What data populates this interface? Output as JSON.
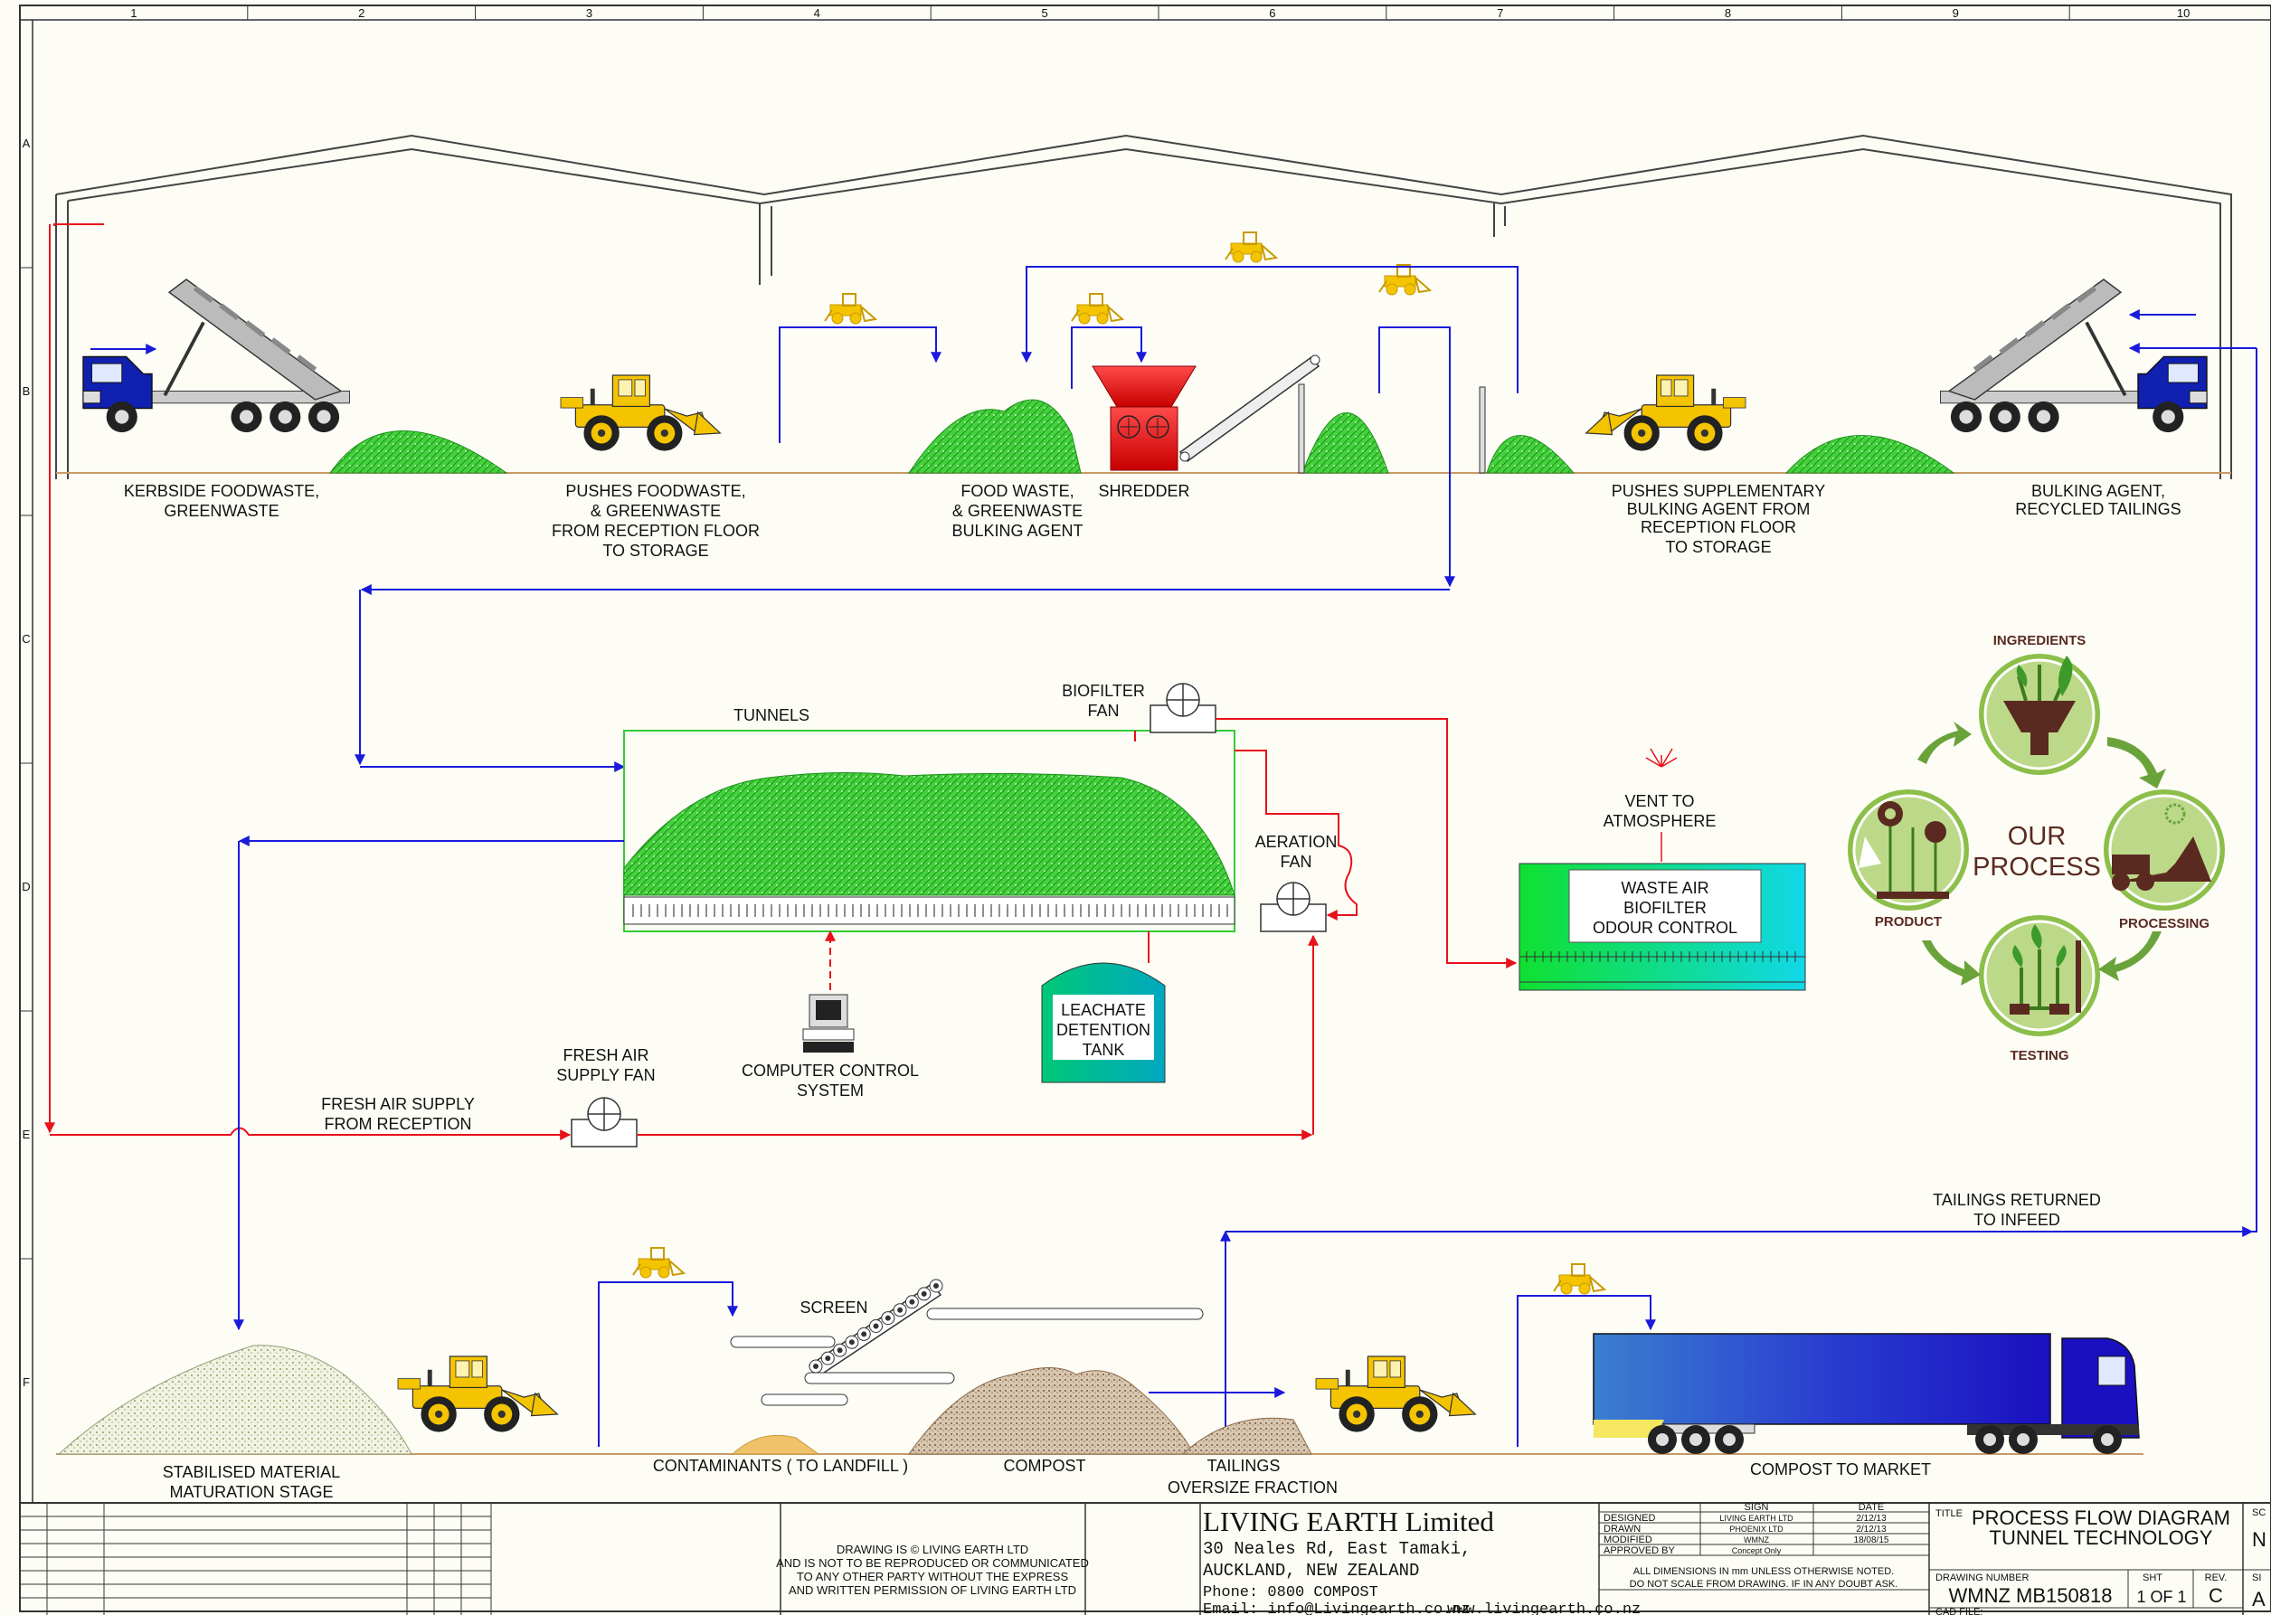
{
  "grid": {
    "columns": [
      "1",
      "2",
      "3",
      "4",
      "5",
      "6",
      "7",
      "8",
      "9",
      "10"
    ],
    "rows": [
      "A",
      "B",
      "C",
      "D",
      "E",
      "F"
    ]
  },
  "labels": {
    "kerbside": [
      "KERBSIDE FOODWASTE,",
      "GREENWASTE"
    ],
    "pushes_foodwaste": [
      "PUSHES FOODWASTE,",
      "& GREENWASTE",
      "FROM RECEPTION FLOOR",
      "TO STORAGE"
    ],
    "food_waste": [
      "FOOD WASTE,",
      "& GREENWASTE",
      "BULKING AGENT"
    ],
    "shredder": "SHREDDER",
    "pushes_supplementary": [
      "PUSHES SUPPLEMENTARY",
      "BULKING AGENT FROM",
      "RECEPTION FLOOR",
      "TO STORAGE"
    ],
    "bulking_agent": [
      "BULKING AGENT,",
      "RECYCLED TAILINGS"
    ],
    "tunnels": "TUNNELS",
    "biofilter_fan": [
      "BIOFILTER",
      "FAN"
    ],
    "aeration_fan": [
      "AERATION",
      "FAN"
    ],
    "vent": [
      "VENT TO",
      "ATMOSPHERE"
    ],
    "biofilter_box": [
      "WASTE AIR",
      "BIOFILTER",
      "ODOUR CONTROL"
    ],
    "leachate": [
      "LEACHATE",
      "DETENTION",
      "TANK"
    ],
    "computer": [
      "COMPUTER CONTROL",
      "SYSTEM"
    ],
    "fresh_air_fan": [
      "FRESH AIR",
      "SUPPLY FAN"
    ],
    "fresh_air_supply": [
      "FRESH AIR SUPPLY",
      "FROM RECEPTION"
    ],
    "tailings_returned": [
      "TAILINGS RETURNED",
      "TO INFEED"
    ],
    "screen": "SCREEN",
    "stabilised": [
      "STABILISED MATERIAL",
      "MATURATION STAGE"
    ],
    "contaminants": "CONTAMINANTS ( TO LANDFILL )",
    "compost": "COMPOST",
    "tailings": [
      "TAILINGS",
      "OVERSIZE FRACTION"
    ],
    "compost_market": "COMPOST TO MARKET"
  },
  "process": {
    "center": [
      "OUR",
      "PROCESS"
    ],
    "ingredients": "INGREDIENTS",
    "processing": "PROCESSING",
    "testing": "TESTING",
    "product": "PRODUCT"
  },
  "title_block": {
    "copyright": [
      "DRAWING IS © LIVING EARTH LTD",
      "AND IS NOT TO BE REPRODUCED OR COMMUNICATED",
      "TO ANY OTHER PARTY WITHOUT THE EXPRESS",
      "AND WRITTEN PERMISSION OF LIVING EARTH LTD"
    ],
    "company": "LIVING EARTH Limited",
    "address1": "30 Neales Rd, East Tamaki,",
    "address2": "AUCKLAND, NEW ZEALAND",
    "phone": "Phone: 0800 COMPOST",
    "email": "Email: info@Livingearth.co.nz",
    "web": "www.livingearth.co.nz",
    "sign_header": "SIGN",
    "date_header": "DATE",
    "rows": [
      {
        "role": "DESIGNED",
        "sign": "LIVING EARTH LTD",
        "date": "2/12/13"
      },
      {
        "role": "DRAWN",
        "sign": "PHOENIX LTD",
        "date": "2/12/13"
      },
      {
        "role": "MODIFIED",
        "sign": "WMNZ",
        "date": "18/08/15"
      },
      {
        "role": "APPROVED BY",
        "sign": "Concept Only",
        "date": ""
      }
    ],
    "dims_note1": "ALL DIMENSIONS IN mm UNLESS OTHERWISE NOTED.",
    "dims_note2": "DO NOT SCALE FROM DRAWING.  IF IN ANY DOUBT ASK.",
    "title_label": "TITLE",
    "title1": "PROCESS FLOW DIAGRAM",
    "title2": "TUNNEL TECHNOLOGY",
    "drawing_number_label": "DRAWING NUMBER",
    "drawing_number": "WMNZ MB150818",
    "sht_label": "SHT",
    "sht": "1 OF 1",
    "rev_label": "REV.",
    "rev": "C",
    "cad_label": "CAD FILE:",
    "sc_label": "SC",
    "sc_value": "N",
    "si_label": "SI",
    "si_value": "A"
  },
  "colors": {
    "flow_blue": "#1a1adb",
    "air_red": "#e8101a",
    "pile_green": "#3fcf3a",
    "loader_yellow": "#f5c400",
    "truck_blue": "#1020b0",
    "process_green": "#6aa33a",
    "process_brown": "#5a2a20"
  }
}
